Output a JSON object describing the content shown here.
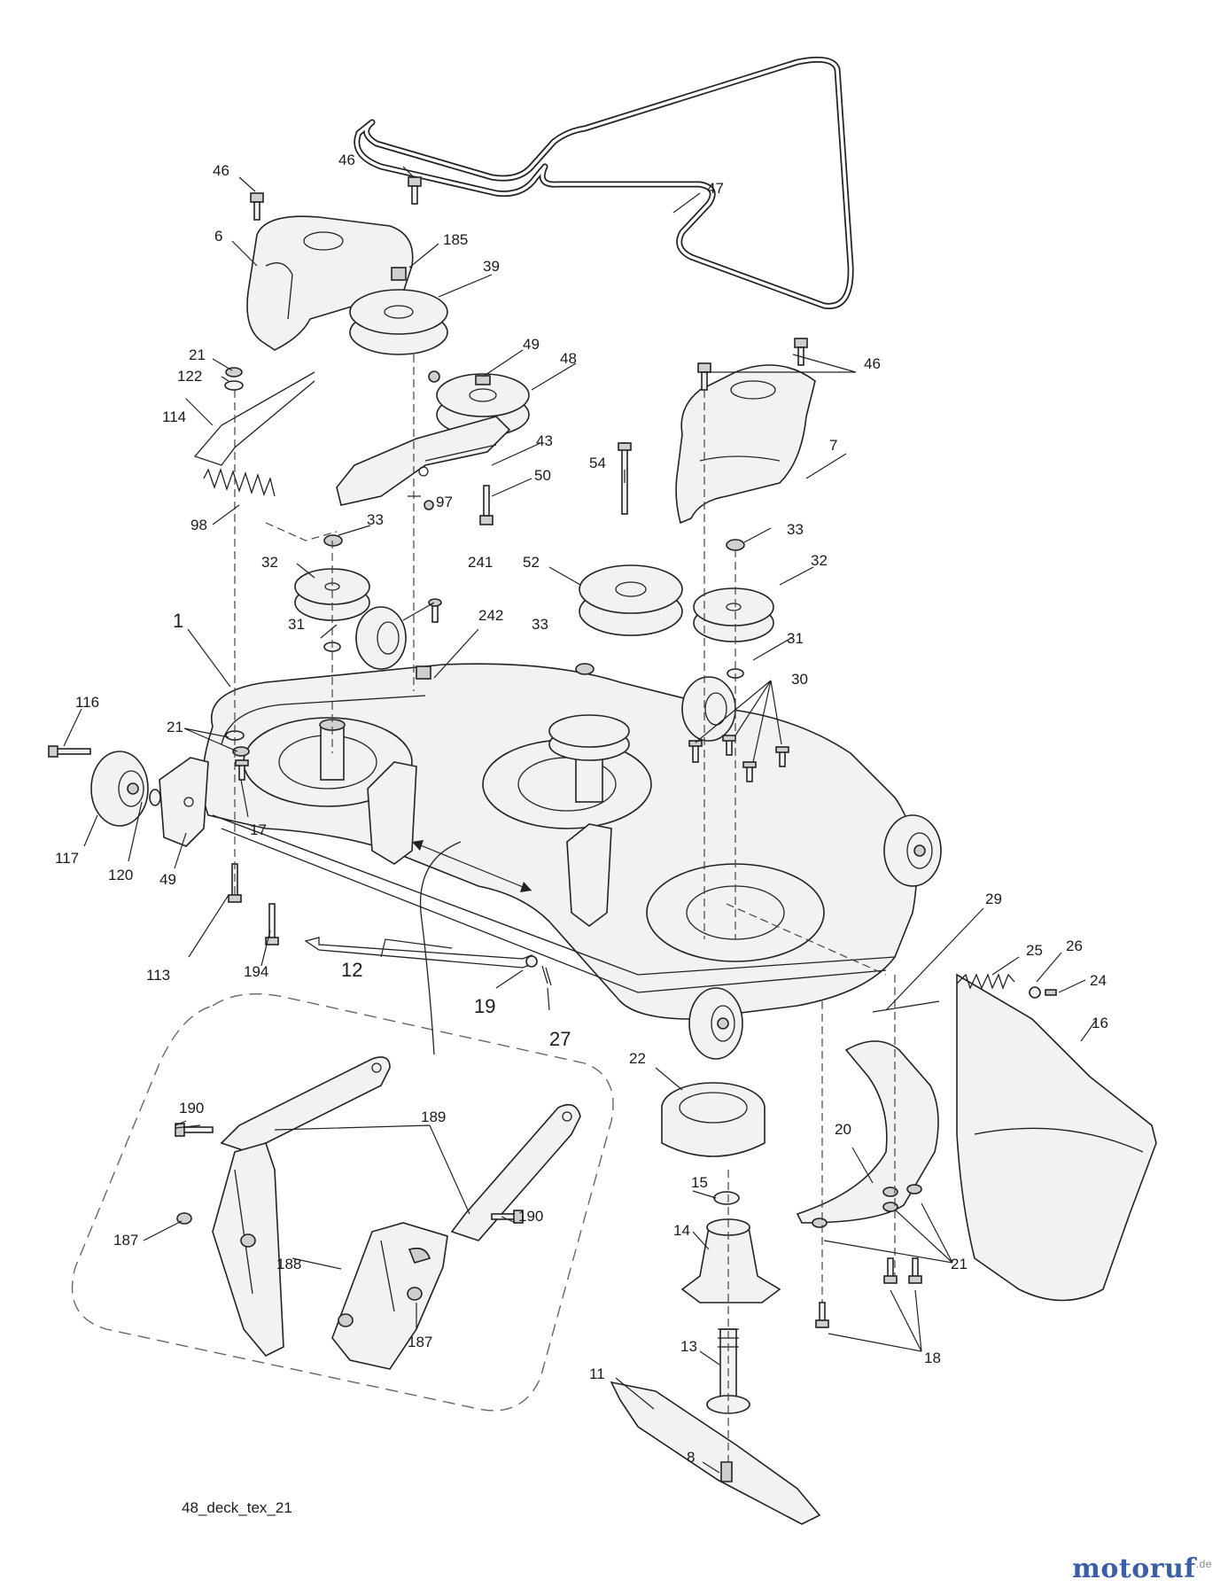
{
  "diagram": {
    "callouts": [
      "46",
      "46",
      "6",
      "185",
      "39",
      "47",
      "21",
      "122",
      "114",
      "49",
      "48",
      "43",
      "46",
      "7",
      "98",
      "97",
      "50",
      "54",
      "33",
      "33",
      "32",
      "52",
      "32",
      "241",
      "242",
      "1",
      "31",
      "33",
      "31",
      "30",
      "116",
      "21",
      "17",
      "117",
      "120",
      "49",
      "29",
      "25",
      "26",
      "24",
      "113",
      "194",
      "12",
      "16",
      "19",
      "27",
      "22",
      "20",
      "190",
      "189",
      "190",
      "15",
      "187",
      "14",
      "188",
      "187",
      "21",
      "13",
      "18",
      "11",
      "8"
    ],
    "caption": "48_deck_tex_21",
    "brand": {
      "name": "motoruf",
      "suffix": ".de"
    }
  }
}
